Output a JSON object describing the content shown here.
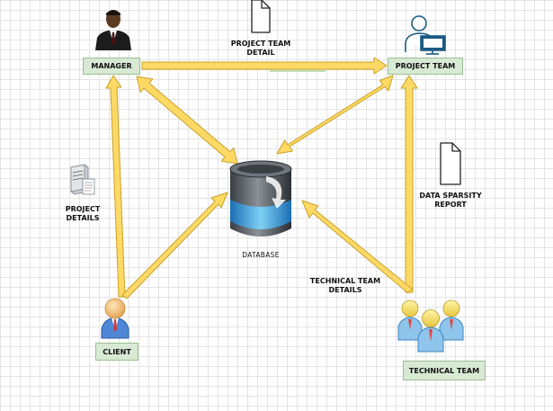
{
  "nodes": {
    "manager": "MANAGER",
    "project_team": "PROJECT TEAM",
    "client": "CLIENT",
    "technical_team": "TECHNICAL TEAM",
    "database": "DATABASE"
  },
  "edge_labels": {
    "project_team_detail": [
      "PROJECT TEAM",
      "DETAIL"
    ],
    "project_details": [
      "PROJECT",
      "DETAILS"
    ],
    "data_sparsity_report": [
      "DATA SPARSITY",
      "REPORT"
    ],
    "technical_team_details": [
      "TECHNICAL TEAM",
      "DETAILS"
    ]
  },
  "colors": {
    "arrow_fill": "#ffd966",
    "arrow_stroke": "#c9a227",
    "box_fill": "#d8e9d4",
    "box_border": "#9cbf94"
  },
  "icons": [
    "manager-person-icon",
    "computer-user-icon",
    "document-icon",
    "server-icon",
    "database-icon",
    "client-person-icon",
    "team-people-icon"
  ]
}
